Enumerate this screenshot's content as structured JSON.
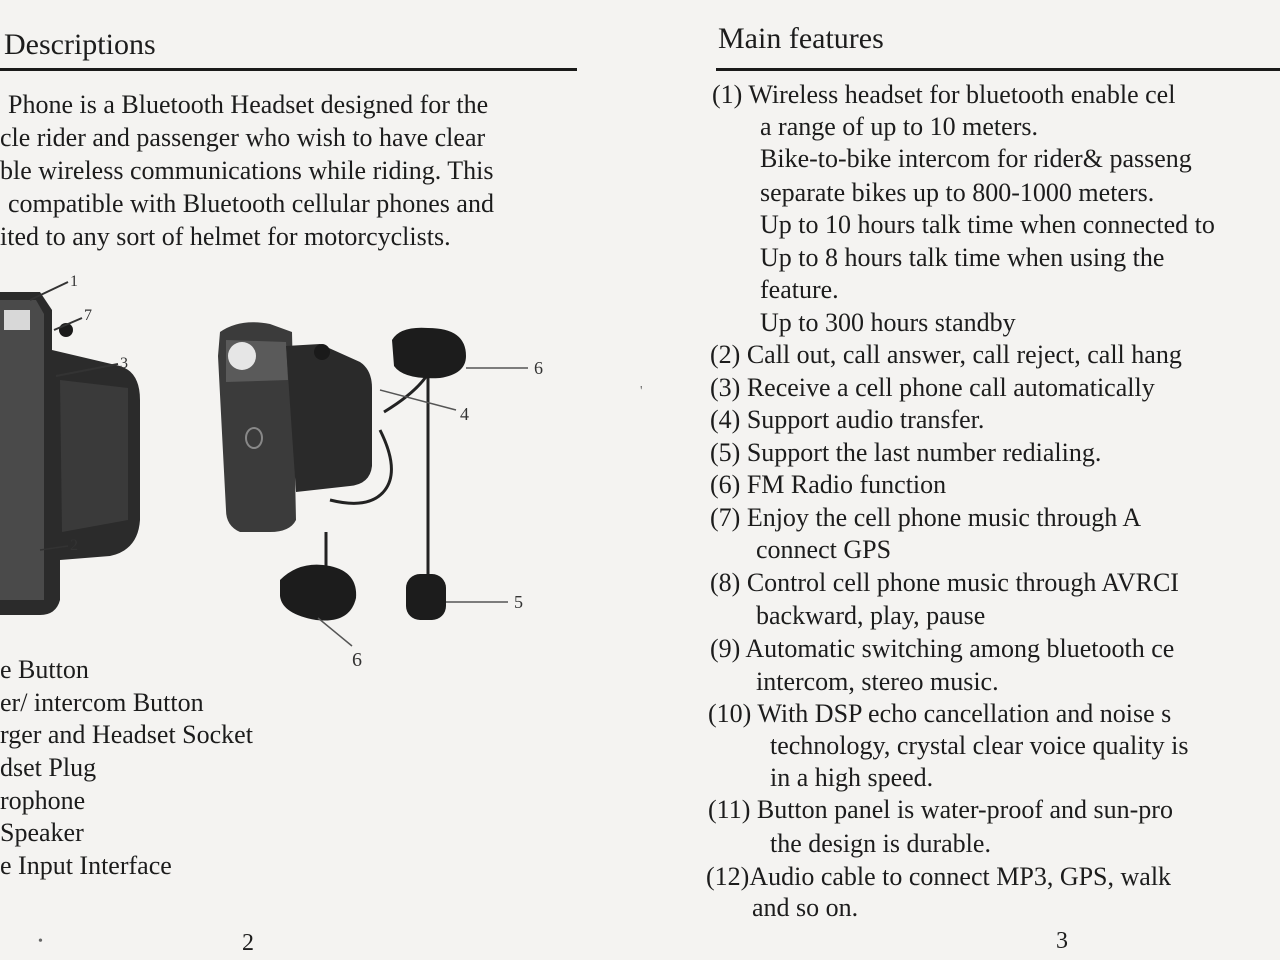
{
  "left": {
    "heading": "Descriptions",
    "intro_lines": [
      "Phone is a Bluetooth Headset designed for the",
      "cle  rider  and passenger who wish to have clear",
      "ble wireless communications while riding. This",
      "compatible with Bluetooth cellular phones and",
      "ited to any sort of helmet for motorcyclists."
    ],
    "callouts": [
      "1",
      "7",
      "3",
      "2",
      "6",
      "4",
      "6",
      "5"
    ],
    "part_labels": [
      "e Button",
      "er/ intercom Button",
      "rger and Headset Socket",
      "dset Plug",
      "rophone",
      "Speaker",
      "e Input Interface"
    ],
    "page_number": "2"
  },
  "right": {
    "heading": "Main features",
    "features": [
      {
        "num": "(1)",
        "lines": [
          "Wireless headset for bluetooth enable cel",
          "a range of up to 10 meters.",
          "Bike-to-bike intercom for rider& passeng",
          "separate bikes up to 800-1000 meters.",
          "Up to 10 hours talk time when connected to",
          "Up to 8 hours talk time when using the",
          "feature.",
          "Up to 300 hours standby"
        ]
      },
      {
        "num": "(2)",
        "lines": [
          "Call out, call answer, call reject, call hang"
        ]
      },
      {
        "num": "(3)",
        "lines": [
          "Receive a cell phone call automatically"
        ]
      },
      {
        "num": "(4)",
        "lines": [
          "Support audio transfer."
        ]
      },
      {
        "num": "(5)",
        "lines": [
          "Support the last number redialing."
        ]
      },
      {
        "num": "(6)",
        "lines": [
          "FM Radio function"
        ]
      },
      {
        "num": "(7)",
        "lines": [
          "Enjoy the cell phone music through A",
          "connect GPS"
        ]
      },
      {
        "num": "(8)",
        "lines": [
          "Control cell phone music through AVRCI",
          "backward, play, pause"
        ]
      },
      {
        "num": "(9)",
        "lines": [
          "Automatic switching among bluetooth ce",
          "intercom, stereo music."
        ]
      },
      {
        "num": "(10)",
        "lines": [
          "With DSP echo cancellation and noise s",
          "technology, crystal clear voice quality is",
          "in a high speed."
        ]
      },
      {
        "num": "(11)",
        "lines": [
          "Button panel is water-proof and sun-pro",
          "the design is durable."
        ]
      },
      {
        "num": "(12)",
        "lines": [
          "Audio cable to connect MP3, GPS, walk",
          "and so on."
        ]
      }
    ],
    "page_number": "3"
  }
}
